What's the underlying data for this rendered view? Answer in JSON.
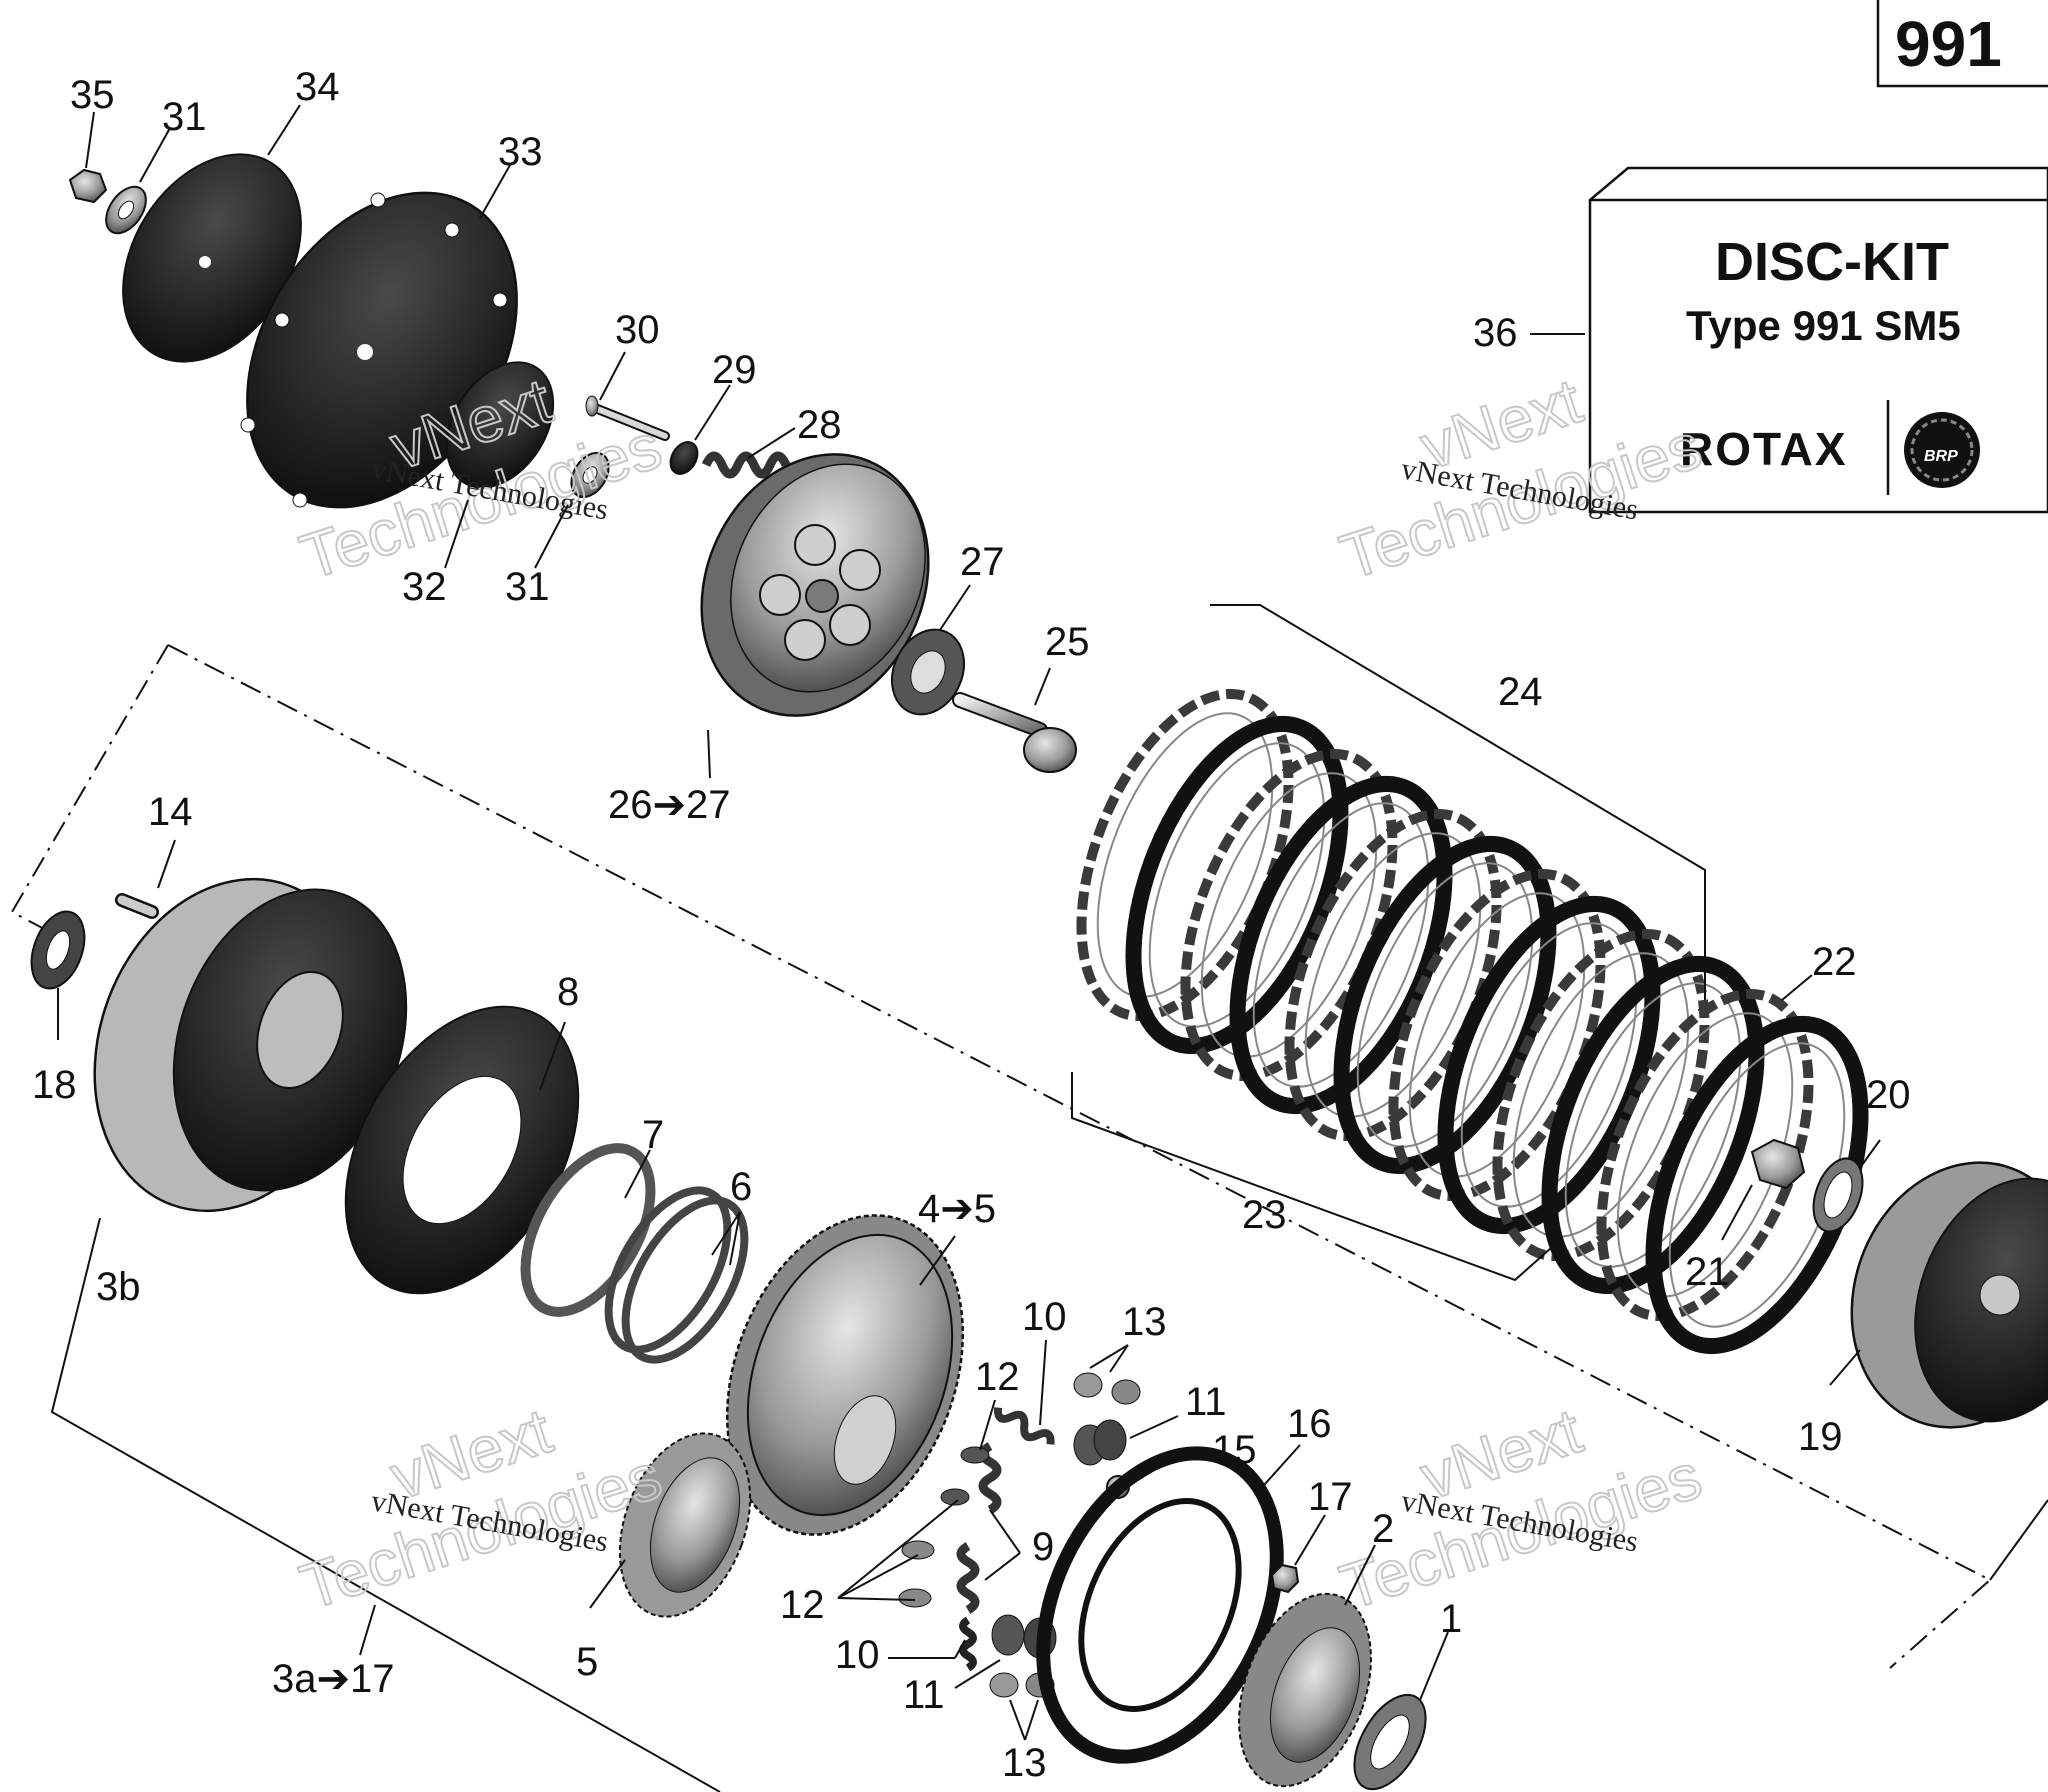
{
  "page_number": "991",
  "kit": {
    "title": "DISC-KIT",
    "subtitle": "Type 991 SM5",
    "brand": "ROTAX",
    "logo_text": "BRP"
  },
  "watermark": {
    "line1": "vNext Technologies",
    "big_a": "vNext",
    "big_b": "Technologies"
  },
  "callouts": {
    "c35": "35",
    "c31a": "31",
    "c34": "34",
    "c33": "33",
    "c30": "30",
    "c29": "29",
    "c28": "28",
    "c32": "32",
    "c31b": "31",
    "c27": "27",
    "c25": "25",
    "c26": "26➔27",
    "c24": "24",
    "c36": "36",
    "c22": "22",
    "c20": "20",
    "c21": "21",
    "c19": "19",
    "c23": "23",
    "c14": "14",
    "c18": "18",
    "c8": "8",
    "c7": "7",
    "c6": "6",
    "c3b": "3b",
    "c4": "4➔5",
    "c10a": "10",
    "c13a": "13",
    "c12a": "12",
    "c11a": "11",
    "c15": "15",
    "c16": "16",
    "c17": "17",
    "c9": "9",
    "c12b": "12",
    "c2": "2",
    "c10b": "10",
    "c5": "5",
    "c11b": "11",
    "c1": "1",
    "c13b": "13",
    "c3a": "3a➔17"
  }
}
